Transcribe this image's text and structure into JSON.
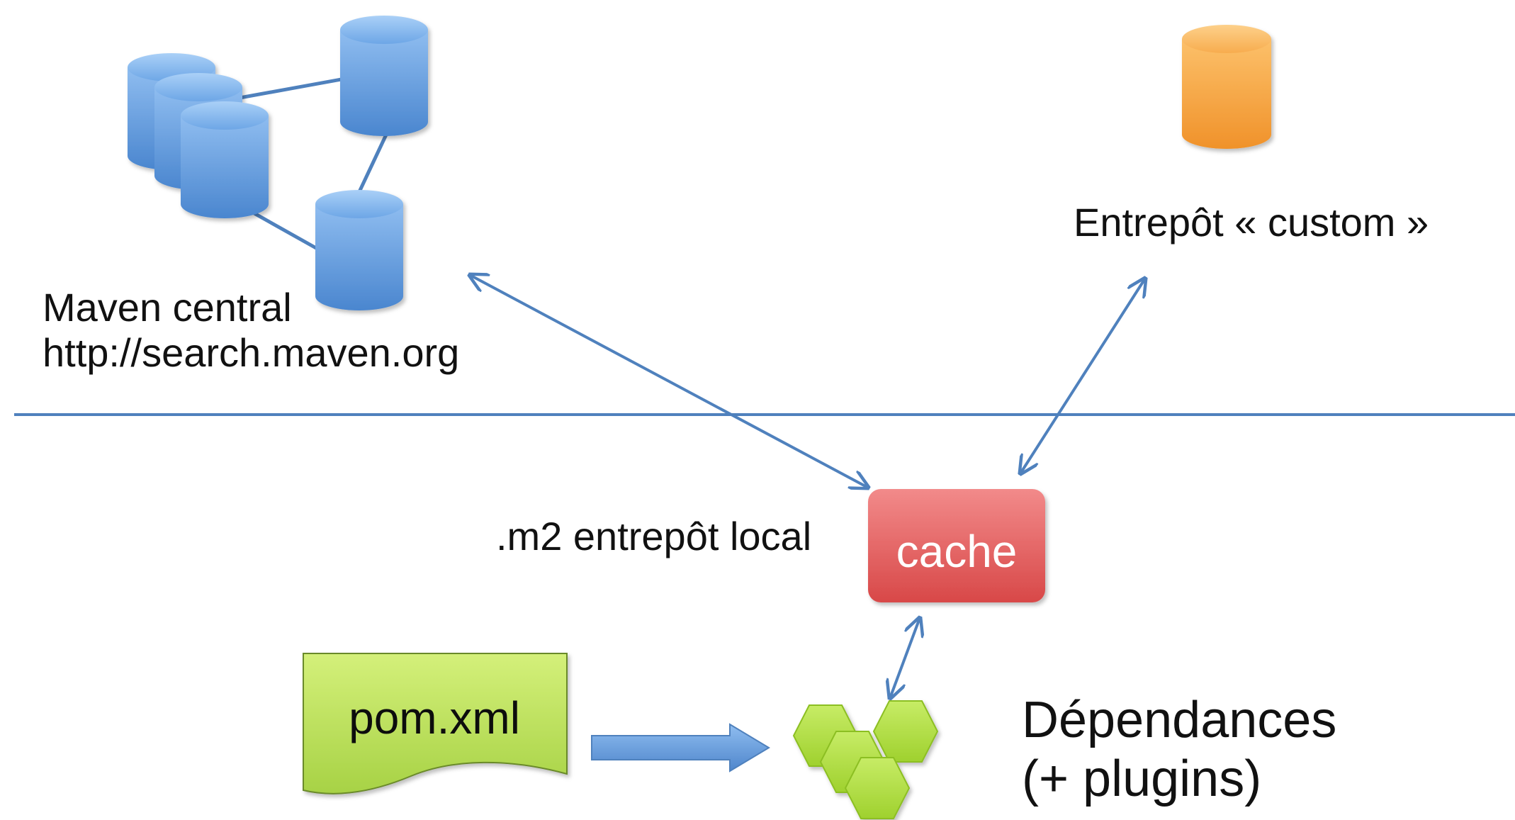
{
  "labels": {
    "maven_central": "Maven central",
    "maven_url": "http://search.maven.org",
    "custom_repo": "Entrepôt « custom »",
    "local_repo": ".m2 entrepôt local",
    "cache": "cache",
    "pom": "pom.xml",
    "dependencies": "Dépendances",
    "plugins": "(+ plugins)"
  },
  "colors": {
    "line": "#4f81bd",
    "central_db": "#5b95d6",
    "custom_db": "#f5a23a",
    "cache_box": "#e05a5a",
    "pom_doc": "#b5dc55",
    "dependency_hex": "#aede3c"
  },
  "icons": {
    "central": "database-cluster-icon",
    "custom": "database-icon",
    "dependencies": "hexagon-cluster-icon",
    "pom": "document-icon"
  }
}
